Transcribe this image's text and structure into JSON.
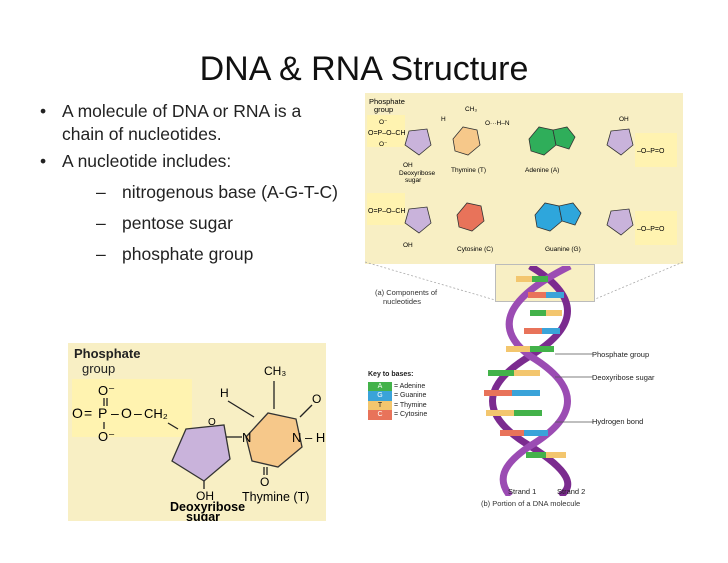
{
  "slide": {
    "title": "DNA & RNA Structure",
    "bullets": [
      {
        "text": "A molecule of DNA or RNA is a chain of nucleotides.",
        "line1": "A molecule of DNA or RNA is a",
        "line2": "chain of nucleotides."
      },
      {
        "text": "A nucleotide includes:",
        "sub": [
          "nitrogenous base (A-G-T-C)",
          "pentose sugar",
          "phosphate group"
        ]
      }
    ]
  },
  "big_figure": {
    "phosphate_label": [
      "Phosphate",
      "group"
    ],
    "o_minus": "O⁻",
    "o": "O",
    "p": "P",
    "ch2": "CH₂",
    "ch3": "CH₃",
    "h": "H",
    "n": "N",
    "n_h": "N – H",
    "oh": "OH",
    "sugar_label": [
      "Deoxyribose",
      "sugar"
    ],
    "base_label": "Thymine (T)"
  },
  "right_figure": {
    "top_panel": {
      "phosphate_label": [
        "Phosphate",
        "group"
      ],
      "sugar_label": [
        "Deoxyribose",
        "sugar"
      ],
      "bases": [
        "Thymine (T)",
        "Adenine (A)",
        "Cytosine (C)",
        "Guanine (G)"
      ],
      "caption": [
        "(a) Components of",
        "nucleotides"
      ]
    },
    "key": {
      "title": "Key to bases:",
      "items": [
        {
          "letter": "A",
          "name": "= Adenine",
          "color": "#43b24a"
        },
        {
          "letter": "G",
          "name": "= Guanine",
          "color": "#3aa3d9"
        },
        {
          "letter": "T",
          "name": "= Thymine",
          "color": "#f3c66e"
        },
        {
          "letter": "C",
          "name": "= Cytosine",
          "color": "#e8735a"
        }
      ]
    },
    "labels": {
      "phosphate": "Phosphate group",
      "sugar": "Deoxyribose sugar",
      "hbond": "Hydrogen bond",
      "strand1": "Strand 1",
      "strand2": "Strand 2",
      "caption": "(b) Portion of a DNA molecule"
    }
  },
  "colors": {
    "panel_bg": "#f8efc4",
    "phosphate_yellow": "#fff3b0",
    "sugar_purple": "#c9b3db",
    "thymine_orange": "#f6c88a",
    "adenine_green": "#2fae5a",
    "cytosine_red": "#e8735a",
    "guanine_blue": "#2ea6dc",
    "helix_purple": "#7b2b8f"
  }
}
